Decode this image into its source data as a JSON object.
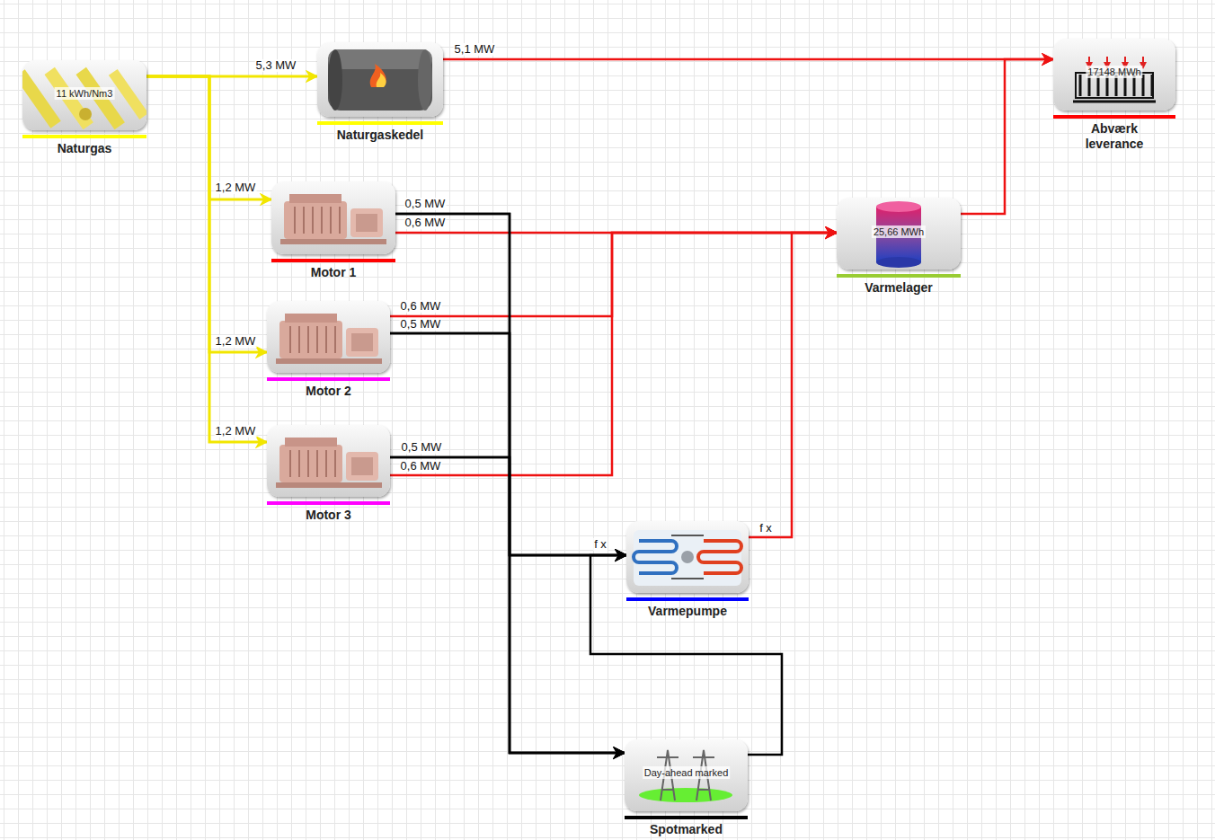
{
  "diagram": {
    "nodes": [
      {
        "text": [
          "11 kWh/Nm3",
          "Naturgas"
        ]
      },
      {
        "text": [
          "Naturgaskedel"
        ]
      },
      {
        "text": [
          "17148 MWh",
          "Abværk leverance"
        ]
      },
      {
        "text": [
          "Motor 1"
        ]
      },
      {
        "text": [
          "25,66 MWh",
          "Varmelager"
        ]
      },
      {
        "text": [
          "Motor 2"
        ]
      },
      {
        "text": [
          "Motor 3"
        ]
      },
      {
        "text": [
          "Varmepumpe"
        ]
      },
      {
        "text": [
          "Day-ahead marked",
          "Spotmarked"
        ]
      }
    ],
    "edges": [
      {
        "from": 0,
        "to": 1,
        "arrow": "to",
        "label": "5,3 MW"
      },
      {
        "from": 0,
        "to": 3,
        "arrow": "to",
        "label": "1,2 MW"
      },
      {
        "from": 0,
        "to": 5,
        "arrow": "to",
        "label": "1,2 MW"
      },
      {
        "from": 0,
        "to": 6,
        "arrow": "to",
        "label": "1,2 MW"
      },
      {
        "from": 1,
        "to": 2,
        "arrow": "to",
        "label": "5,1 MW"
      },
      {
        "from": 3,
        "to": 4,
        "arrow": "to",
        "label": "0,6 MW"
      },
      {
        "from": 5,
        "to": 4,
        "arrow": "to",
        "label": "0,6 MW"
      },
      {
        "from": 6,
        "to": 4,
        "arrow": "to",
        "label": "0,6 MW"
      },
      {
        "from": 3,
        "to": 7,
        "arrow": "to",
        "label": "0,5 MW"
      },
      {
        "from": 3,
        "to": 8,
        "arrow": "to"
      },
      {
        "from": 5,
        "to": 7,
        "arrow": "to",
        "label": "0,5 MW"
      },
      {
        "from": 5,
        "to": 8,
        "arrow": "to"
      },
      {
        "from": 6,
        "to": 7,
        "arrow": "to",
        "label": "0,5 MW"
      },
      {
        "from": 6,
        "to": 8,
        "arrow": "to"
      },
      {
        "from": 8,
        "to": 7,
        "arrow": "to",
        "label": "f x"
      },
      {
        "from": 7,
        "to": 4,
        "arrow": "to",
        "label": "f x"
      },
      {
        "from": 4,
        "to": 2,
        "arrow": "to"
      }
    ]
  }
}
